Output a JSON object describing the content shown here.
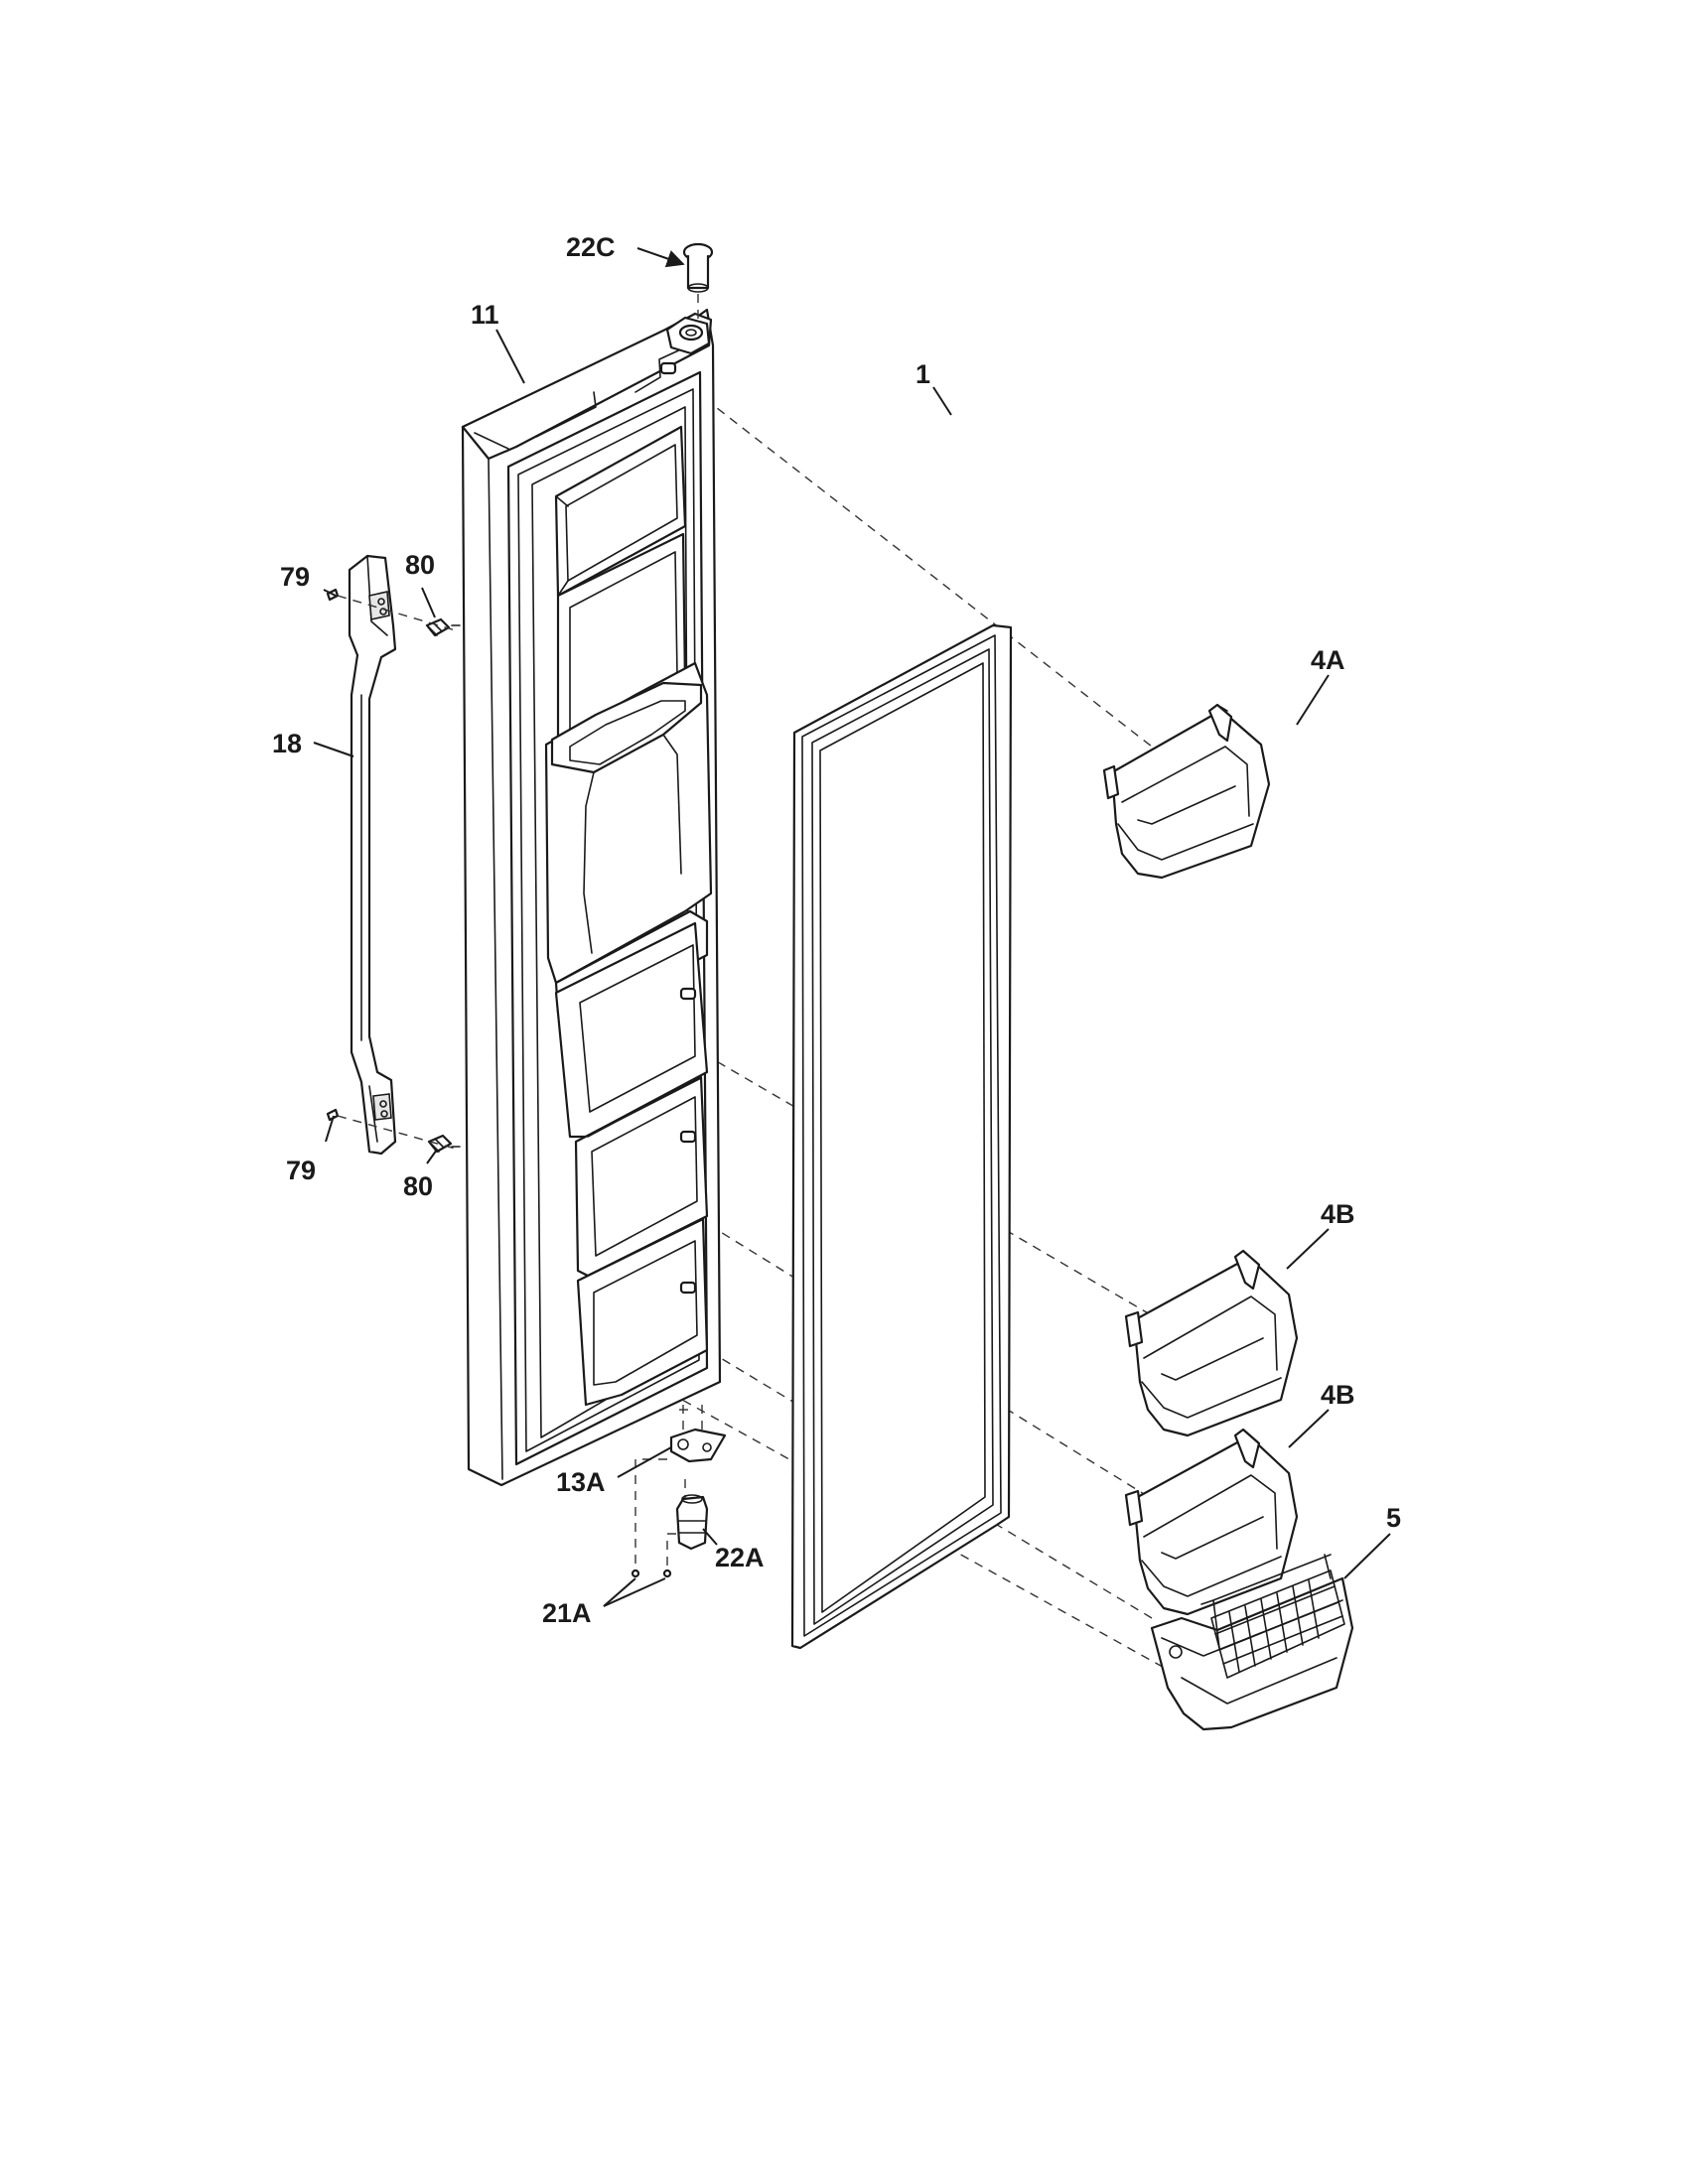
{
  "parts": [
    {
      "id": "22C",
      "label": "22C"
    },
    {
      "id": "11",
      "label": "11"
    },
    {
      "id": "1",
      "label": "1"
    },
    {
      "id": "79-top",
      "label": "79"
    },
    {
      "id": "80-top",
      "label": "80"
    },
    {
      "id": "18",
      "label": "18"
    },
    {
      "id": "4A",
      "label": "4A"
    },
    {
      "id": "79-bottom",
      "label": "79"
    },
    {
      "id": "80-bottom",
      "label": "80"
    },
    {
      "id": "4B-upper",
      "label": "4B"
    },
    {
      "id": "4B-lower",
      "label": "4B"
    },
    {
      "id": "5",
      "label": "5"
    },
    {
      "id": "13A",
      "label": "13A"
    },
    {
      "id": "22A",
      "label": "22A"
    },
    {
      "id": "21A",
      "label": "21A"
    }
  ]
}
